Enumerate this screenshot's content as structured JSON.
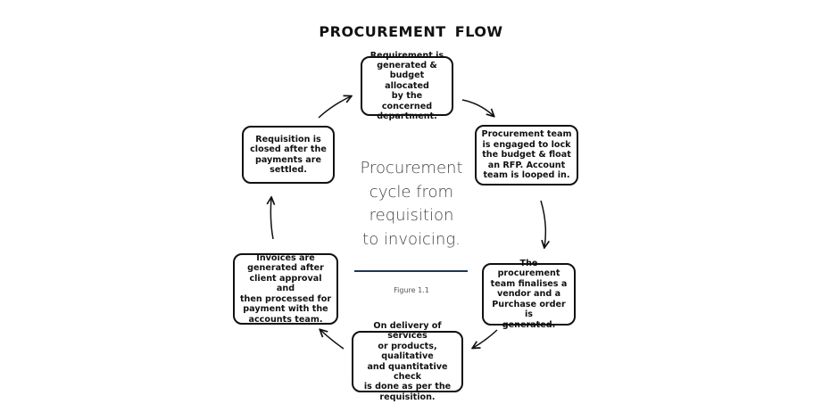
{
  "title": "PROCUREMENT  FLOW",
  "steps": [
    {
      "id": "requirement",
      "text": "Requirement is\ngenerated &\nbudget allocated\nby the concerned\ndepartment."
    },
    {
      "id": "procurement-team",
      "text": "Procurement team\nis engaged to lock\nthe budget & float\nan RFP. Account\nteam is looped in."
    },
    {
      "id": "vendor",
      "text": "The procurement\nteam finalises a\nvendor and a\nPurchase order is\ngenerated."
    },
    {
      "id": "delivery",
      "text": "On delivery of services\nor products, qualitative\nand quantitative check\nis done as per the\nrequisition."
    },
    {
      "id": "invoices",
      "text": "Invoices are\ngenerated after\nclient approval and\nthen processed for\npayment with the\naccounts team."
    },
    {
      "id": "closure",
      "text": "Requisition is\nclosed after the\npayments are\nsettled."
    }
  ],
  "center": {
    "caption": "Procurement\ncycle from\nrequisition\nto invoicing.",
    "figure_label": "Figure 1.1"
  },
  "colors": {
    "stroke": "#111111",
    "rule": "#1f3550",
    "caption": "#444444"
  }
}
